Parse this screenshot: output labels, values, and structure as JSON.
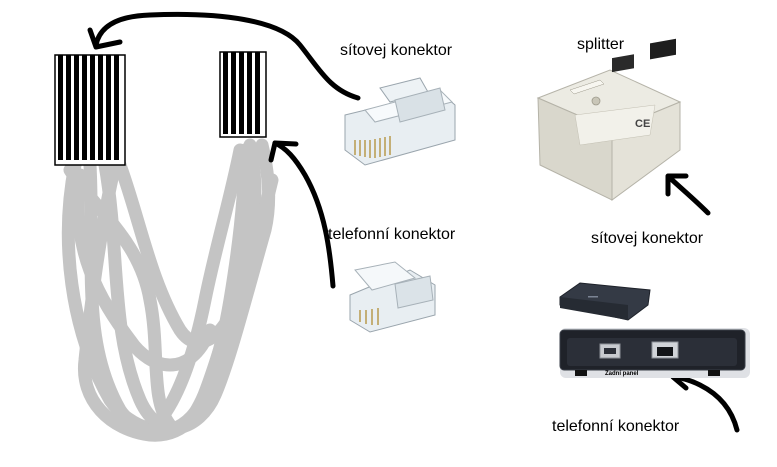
{
  "labels": {
    "rj45_top": "sítovej konektor",
    "rj11_mid": "telefonní konektor",
    "splitter_title": "splitter",
    "splitter_rj45": "sítovej konektor",
    "modem_rj11": "telefonní konektor",
    "modem_back_panel": "Zadní panel",
    "splitter_ce": "CE"
  }
}
